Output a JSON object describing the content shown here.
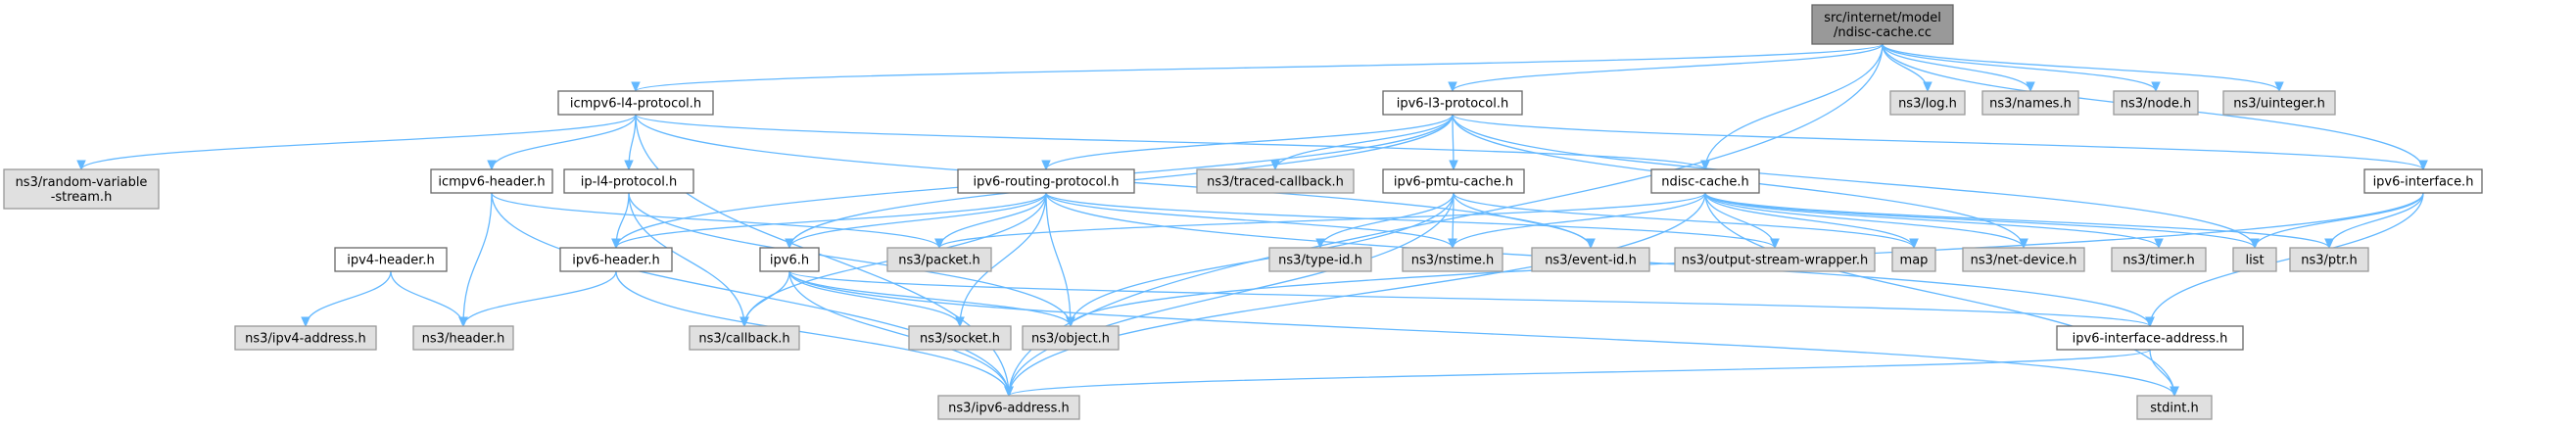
{
  "diagram": {
    "type": "include-dependency-graph",
    "colors": {
      "edge": "#63b8ff",
      "root_fill": "#999999",
      "header_fill": "#ffffff",
      "external_fill": "#e0e0e0",
      "border": "#666666"
    },
    "nodes": [
      {
        "id": "root",
        "label": "src/internet/model\n/ndisc-cache.cc",
        "kind": "root"
      },
      {
        "id": "icmpv6_l4",
        "label": "icmpv6-l4-protocol.h",
        "kind": "header"
      },
      {
        "id": "ipv6_l3",
        "label": "ipv6-l3-protocol.h",
        "kind": "header"
      },
      {
        "id": "log",
        "label": "ns3/log.h",
        "kind": "external"
      },
      {
        "id": "names",
        "label": "ns3/names.h",
        "kind": "external"
      },
      {
        "id": "node",
        "label": "ns3/node.h",
        "kind": "external"
      },
      {
        "id": "uinteger",
        "label": "ns3/uinteger.h",
        "kind": "external"
      },
      {
        "id": "random_var",
        "label": "ns3/random-variable\n-stream.h",
        "kind": "external"
      },
      {
        "id": "icmpv6_hdr",
        "label": "icmpv6-header.h",
        "kind": "header"
      },
      {
        "id": "ip_l4",
        "label": "ip-l4-protocol.h",
        "kind": "header"
      },
      {
        "id": "ipv6_routing",
        "label": "ipv6-routing-protocol.h",
        "kind": "header"
      },
      {
        "id": "traced_cb",
        "label": "ns3/traced-callback.h",
        "kind": "external"
      },
      {
        "id": "pmtu",
        "label": "ipv6-pmtu-cache.h",
        "kind": "header"
      },
      {
        "id": "ndisc",
        "label": "ndisc-cache.h",
        "kind": "header"
      },
      {
        "id": "ipv6_iface",
        "label": "ipv6-interface.h",
        "kind": "header"
      },
      {
        "id": "ipv4_hdr",
        "label": "ipv4-header.h",
        "kind": "header"
      },
      {
        "id": "ipv6_hdr",
        "label": "ipv6-header.h",
        "kind": "header"
      },
      {
        "id": "packet",
        "label": "ns3/packet.h",
        "kind": "external"
      },
      {
        "id": "ipv6",
        "label": "ipv6.h",
        "kind": "header"
      },
      {
        "id": "type_id",
        "label": "ns3/type-id.h",
        "kind": "external"
      },
      {
        "id": "nstime",
        "label": "ns3/nstime.h",
        "kind": "external"
      },
      {
        "id": "event_id",
        "label": "ns3/event-id.h",
        "kind": "external"
      },
      {
        "id": "osw",
        "label": "ns3/output-stream-wrapper.h",
        "kind": "external"
      },
      {
        "id": "map",
        "label": "map",
        "kind": "external"
      },
      {
        "id": "net_device",
        "label": "ns3/net-device.h",
        "kind": "external"
      },
      {
        "id": "timer",
        "label": "ns3/timer.h",
        "kind": "external"
      },
      {
        "id": "list",
        "label": "list",
        "kind": "external"
      },
      {
        "id": "ptr",
        "label": "ns3/ptr.h",
        "kind": "external"
      },
      {
        "id": "ipv4_addr",
        "label": "ns3/ipv4-address.h",
        "kind": "external"
      },
      {
        "id": "header",
        "label": "ns3/header.h",
        "kind": "external"
      },
      {
        "id": "callback",
        "label": "ns3/callback.h",
        "kind": "external"
      },
      {
        "id": "socket",
        "label": "ns3/socket.h",
        "kind": "external"
      },
      {
        "id": "object",
        "label": "ns3/object.h",
        "kind": "external"
      },
      {
        "id": "ipv6_iface_addr",
        "label": "ipv6-interface-address.h",
        "kind": "header"
      },
      {
        "id": "ipv6_addr",
        "label": "ns3/ipv6-address.h",
        "kind": "external"
      },
      {
        "id": "stdint",
        "label": "stdint.h",
        "kind": "external"
      }
    ],
    "edges": [
      [
        "root",
        "icmpv6_l4"
      ],
      [
        "root",
        "ipv6_l3"
      ],
      [
        "root",
        "log"
      ],
      [
        "root",
        "names"
      ],
      [
        "root",
        "node"
      ],
      [
        "root",
        "uinteger"
      ],
      [
        "root",
        "ndisc"
      ],
      [
        "root",
        "ipv6_iface"
      ],
      [
        "root",
        "ipv6_addr"
      ],
      [
        "icmpv6_l4",
        "random_var"
      ],
      [
        "icmpv6_l4",
        "icmpv6_hdr"
      ],
      [
        "icmpv6_l4",
        "ip_l4"
      ],
      [
        "icmpv6_l4",
        "ndisc"
      ],
      [
        "icmpv6_l4",
        "ipv6_addr"
      ],
      [
        "icmpv6_l4",
        "event_id"
      ],
      [
        "ipv6_l3",
        "ipv6_routing"
      ],
      [
        "ipv6_l3",
        "traced_cb"
      ],
      [
        "ipv6_l3",
        "pmtu"
      ],
      [
        "ipv6_l3",
        "ipv6_iface"
      ],
      [
        "ipv6_l3",
        "ipv6_hdr"
      ],
      [
        "ipv6_l3",
        "ipv6"
      ],
      [
        "ipv6_l3",
        "list"
      ],
      [
        "ipv6_l3",
        "net_device"
      ],
      [
        "icmpv6_hdr",
        "packet"
      ],
      [
        "icmpv6_hdr",
        "header"
      ],
      [
        "icmpv6_hdr",
        "ipv6_addr"
      ],
      [
        "ip_l4",
        "ipv6_hdr"
      ],
      [
        "ip_l4",
        "callback"
      ],
      [
        "ip_l4",
        "object"
      ],
      [
        "ipv6_routing",
        "ipv6_hdr"
      ],
      [
        "ipv6_routing",
        "packet"
      ],
      [
        "ipv6_routing",
        "ipv6"
      ],
      [
        "ipv6_routing",
        "callback"
      ],
      [
        "ipv6_routing",
        "socket"
      ],
      [
        "ipv6_routing",
        "object"
      ],
      [
        "ipv6_routing",
        "nstime"
      ],
      [
        "ipv6_routing",
        "osw"
      ],
      [
        "ipv6_routing",
        "ipv6_iface_addr"
      ],
      [
        "pmtu",
        "type_id"
      ],
      [
        "pmtu",
        "nstime"
      ],
      [
        "pmtu",
        "event_id"
      ],
      [
        "pmtu",
        "map"
      ],
      [
        "pmtu",
        "object"
      ],
      [
        "pmtu",
        "ipv6_addr"
      ],
      [
        "ndisc",
        "packet"
      ],
      [
        "ndisc",
        "nstime"
      ],
      [
        "ndisc",
        "osw"
      ],
      [
        "ndisc",
        "map"
      ],
      [
        "ndisc",
        "net_device"
      ],
      [
        "ndisc",
        "timer"
      ],
      [
        "ndisc",
        "list"
      ],
      [
        "ndisc",
        "ptr"
      ],
      [
        "ndisc",
        "ipv6_addr"
      ],
      [
        "ndisc",
        "stdint"
      ],
      [
        "ipv6_iface",
        "list"
      ],
      [
        "ipv6_iface",
        "ptr"
      ],
      [
        "ipv6_iface",
        "ipv6_iface_addr"
      ],
      [
        "ipv6_iface",
        "object"
      ],
      [
        "ipv4_hdr",
        "ipv4_addr"
      ],
      [
        "ipv4_hdr",
        "header"
      ],
      [
        "ipv6_hdr",
        "header"
      ],
      [
        "ipv6_hdr",
        "ipv6_addr"
      ],
      [
        "ipv6",
        "callback"
      ],
      [
        "ipv6",
        "socket"
      ],
      [
        "ipv6",
        "object"
      ],
      [
        "ipv6",
        "ipv6_iface_addr"
      ],
      [
        "ipv6",
        "ipv6_addr"
      ],
      [
        "ipv6",
        "stdint"
      ],
      [
        "ipv6_iface_addr",
        "ipv6_addr"
      ],
      [
        "ipv6_iface_addr",
        "stdint"
      ]
    ]
  }
}
